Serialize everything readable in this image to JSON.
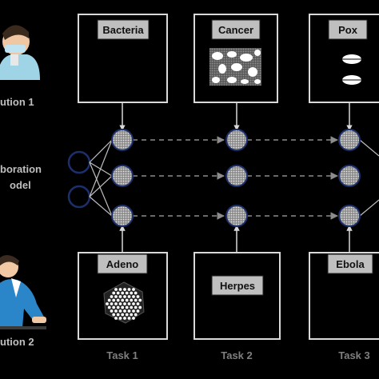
{
  "side_labels": {
    "institution_top": "ution 1",
    "collaboration_line1": "boration",
    "collaboration_line2": "odel",
    "institution_bottom": "ution 2"
  },
  "top_boxes": [
    {
      "label": "Bacteria"
    },
    {
      "label": "Cancer"
    },
    {
      "label": "Pox"
    }
  ],
  "bottom_boxes": [
    {
      "label": "Adeno"
    },
    {
      "label": "Herpes"
    },
    {
      "label": "Ebola"
    }
  ],
  "tasks": [
    "Task 1",
    "Task 2",
    "Task 3"
  ],
  "colors": {
    "background": "#000000",
    "box_stroke": "#d9d9d9",
    "label_fill": "#bfbfbf",
    "node_fill": "#9a9a9a",
    "node_stroke": "#1c2f6b",
    "person_blue": "#2a86c8",
    "side_text": "#bfbfbf",
    "task_text": "#7f7f7f"
  }
}
